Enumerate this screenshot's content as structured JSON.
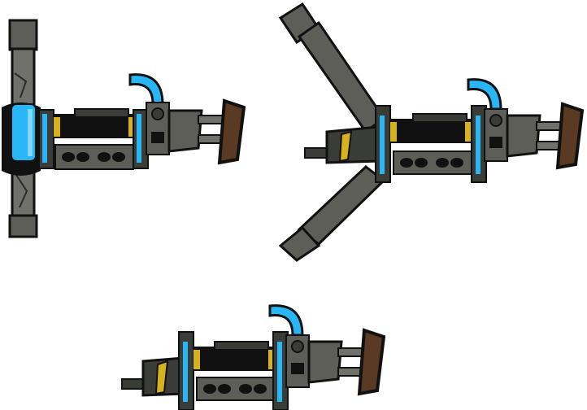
{
  "sheet": {
    "sprites": [
      {
        "name": "weapon-sprite-variant-1"
      },
      {
        "name": "weapon-sprite-variant-2"
      },
      {
        "name": "weapon-sprite-variant-3"
      }
    ]
  },
  "colors": {
    "outline": "#111111",
    "metal_dark": "#3a3c38",
    "metal": "#5c5e57",
    "metal_light": "#6f716a",
    "cyan": "#29b6f6",
    "cyan_light": "#7fd8ff",
    "yellow": "#d7b21f",
    "wood": "#5a3a22",
    "black": "#0b0b0b"
  }
}
